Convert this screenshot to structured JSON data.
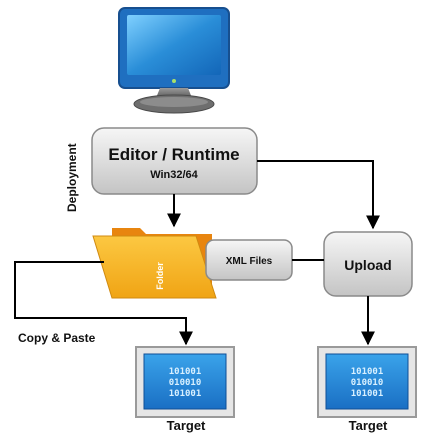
{
  "nodes": {
    "editor": {
      "title": "Editor / Runtime",
      "subtitle": "Win32/64"
    },
    "folder": {
      "label": "Folder"
    },
    "xml_files": {
      "label": "XML Files"
    },
    "upload": {
      "label": "Upload"
    }
  },
  "labels": {
    "deployment": "Deployment",
    "copy_paste": "Copy & Paste"
  },
  "targets": [
    {
      "label": "Target",
      "digits": [
        "101001",
        "010010",
        "101001"
      ]
    },
    {
      "label": "Target",
      "digits": [
        "101001",
        "010010",
        "101001"
      ]
    }
  ],
  "icons": {
    "computer": "desktop-monitor-icon",
    "folder": "folder-icon",
    "target": "target-device-icon"
  },
  "colors": {
    "box_fill_top": "#f2f2f2",
    "box_fill_bottom": "#c8c8c8",
    "box_stroke": "#8a8a8a",
    "folder_front": "#f7b21e",
    "folder_back": "#e8850f",
    "screen_blue": "#2a8ed8",
    "monitor_frame": "#1f6fc0",
    "arrow": "#000000"
  }
}
